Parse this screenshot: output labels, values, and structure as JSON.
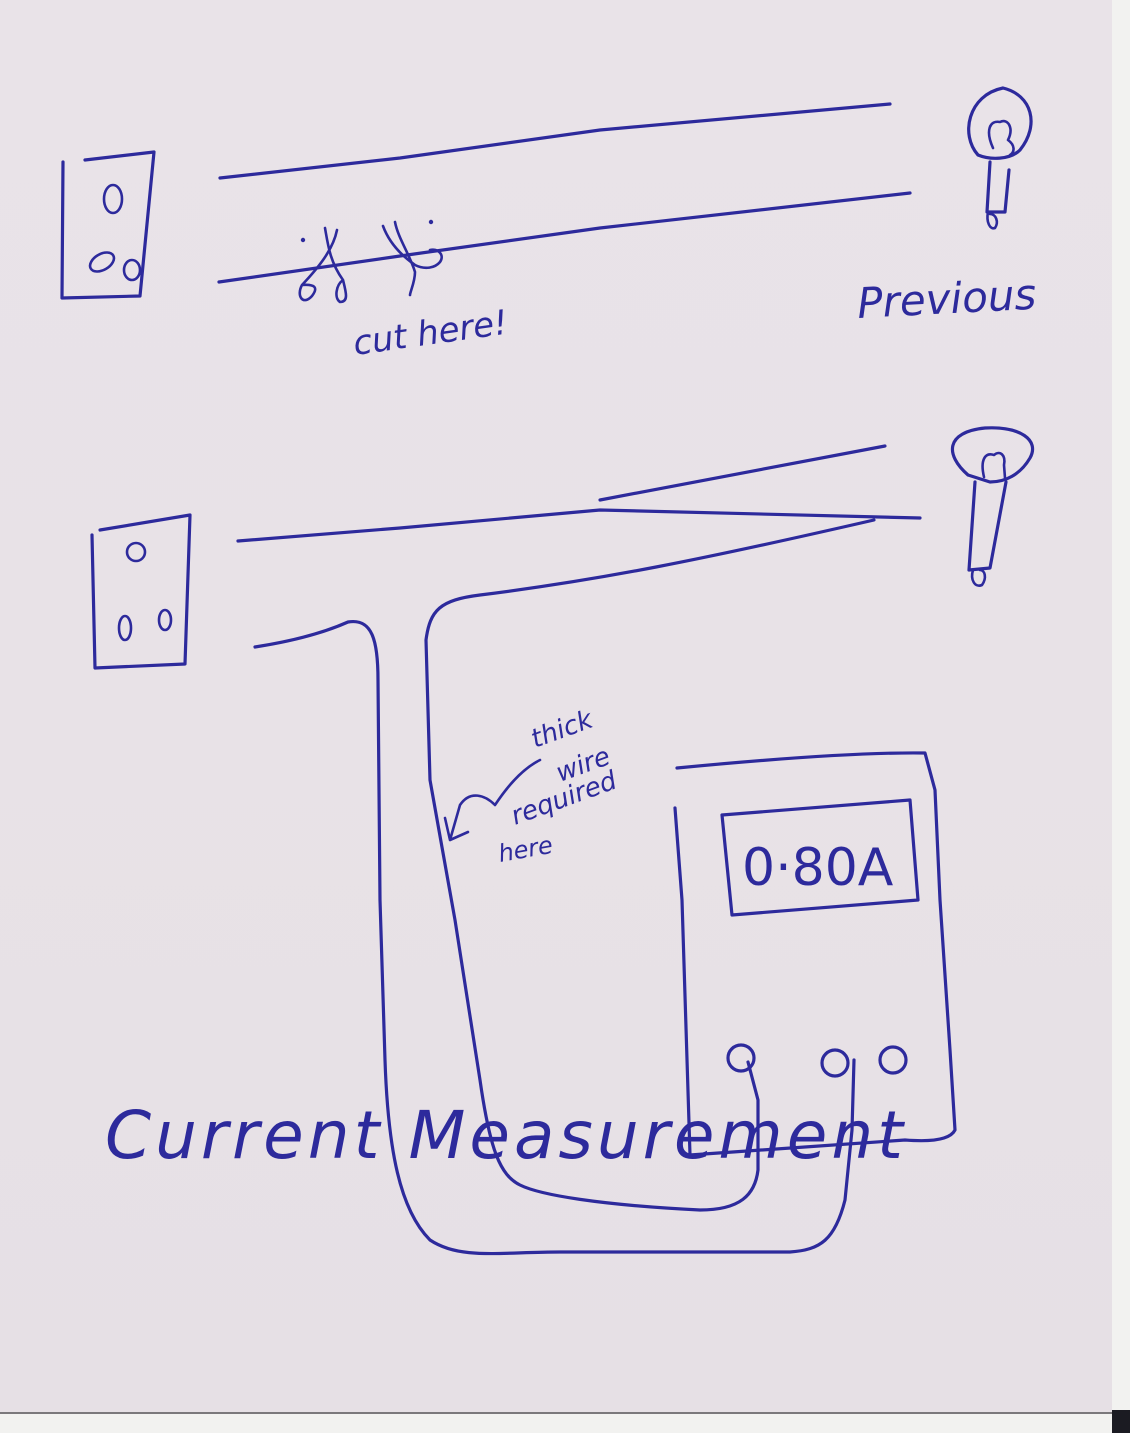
{
  "diagram": {
    "title": "Current Measurement",
    "ink_color": "#2d2a9c",
    "paper_color": "#e9e3e8",
    "top_panel": {
      "label": "Previous",
      "annotation": "cut here!",
      "components": [
        "wall-socket",
        "live-wire",
        "neutral-wire",
        "light-bulb",
        "scissors"
      ]
    },
    "bottom_panel": {
      "annotation_lines": [
        "thick",
        "wire",
        "required",
        "here"
      ],
      "meter": {
        "reading": "0·80A",
        "terminals": 3
      },
      "components": [
        "wall-socket",
        "live-wire",
        "neutral-wire",
        "light-bulb",
        "multimeter",
        "test-leads"
      ]
    }
  }
}
